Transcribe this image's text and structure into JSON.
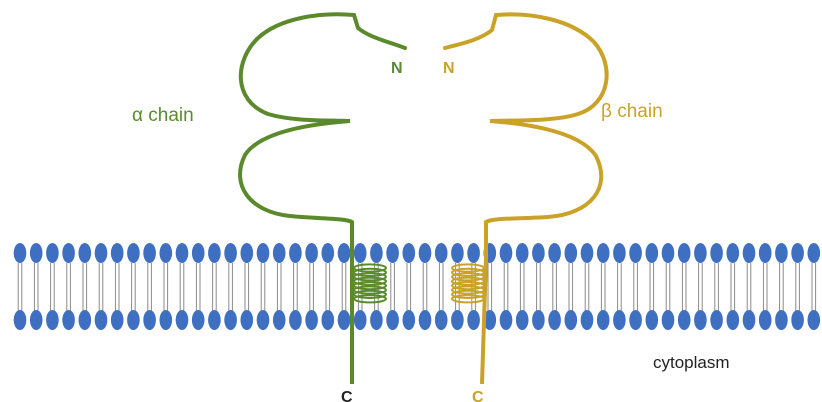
{
  "labels": {
    "alpha_chain": "α chain",
    "beta_chain": "β chain",
    "alpha_n_terminus": "N",
    "beta_n_terminus": "N",
    "alpha_c_terminus": "C",
    "beta_c_terminus": "C",
    "cytoplasm": "cytoplasm"
  },
  "colors": {
    "alpha_chain": "#5b8a2d",
    "beta_chain": "#c9a227",
    "phospholipid_head": "#3f6fc0",
    "phospholipid_tail": "#8a8a8a",
    "text_dark": "#222222"
  }
}
